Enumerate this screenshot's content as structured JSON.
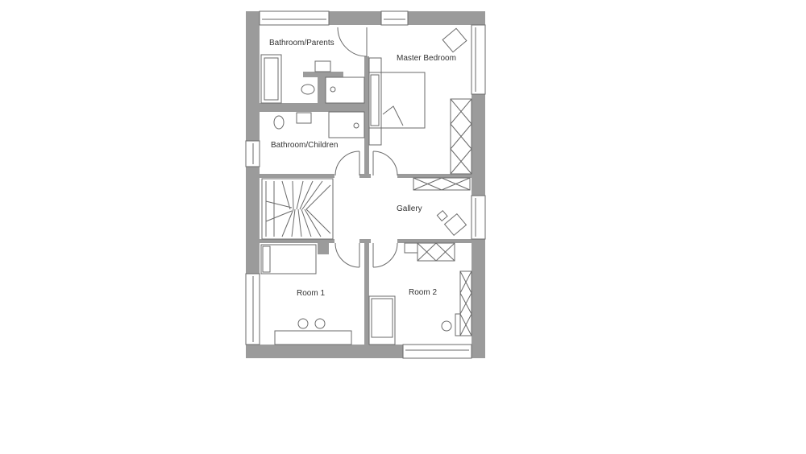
{
  "floor_plan": {
    "rooms": [
      {
        "id": "bathroom-parents",
        "label": "Bathroom/Parents"
      },
      {
        "id": "master-bedroom",
        "label": "Master Bedroom"
      },
      {
        "id": "bathroom-children",
        "label": "Bathroom/Children"
      },
      {
        "id": "gallery",
        "label": "Gallery"
      },
      {
        "id": "room-1",
        "label": "Room 1"
      },
      {
        "id": "room-2",
        "label": "Room 2"
      }
    ],
    "colors": {
      "wall": "#9b9b9b",
      "line": "#6a6a6a",
      "background": "#ffffff"
    }
  }
}
